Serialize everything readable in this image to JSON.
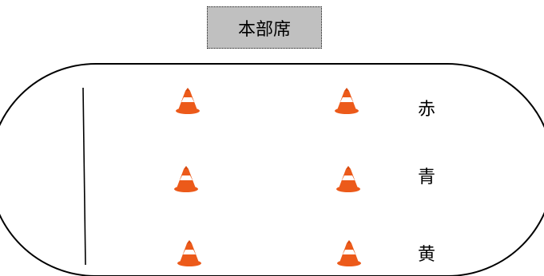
{
  "headquarters": {
    "label": "本部席"
  },
  "cone_color": "#ec5a1a",
  "teams": [
    {
      "label": "赤"
    },
    {
      "label": "青"
    },
    {
      "label": "黄"
    }
  ],
  "cone_icon": "traffic-cone-icon"
}
